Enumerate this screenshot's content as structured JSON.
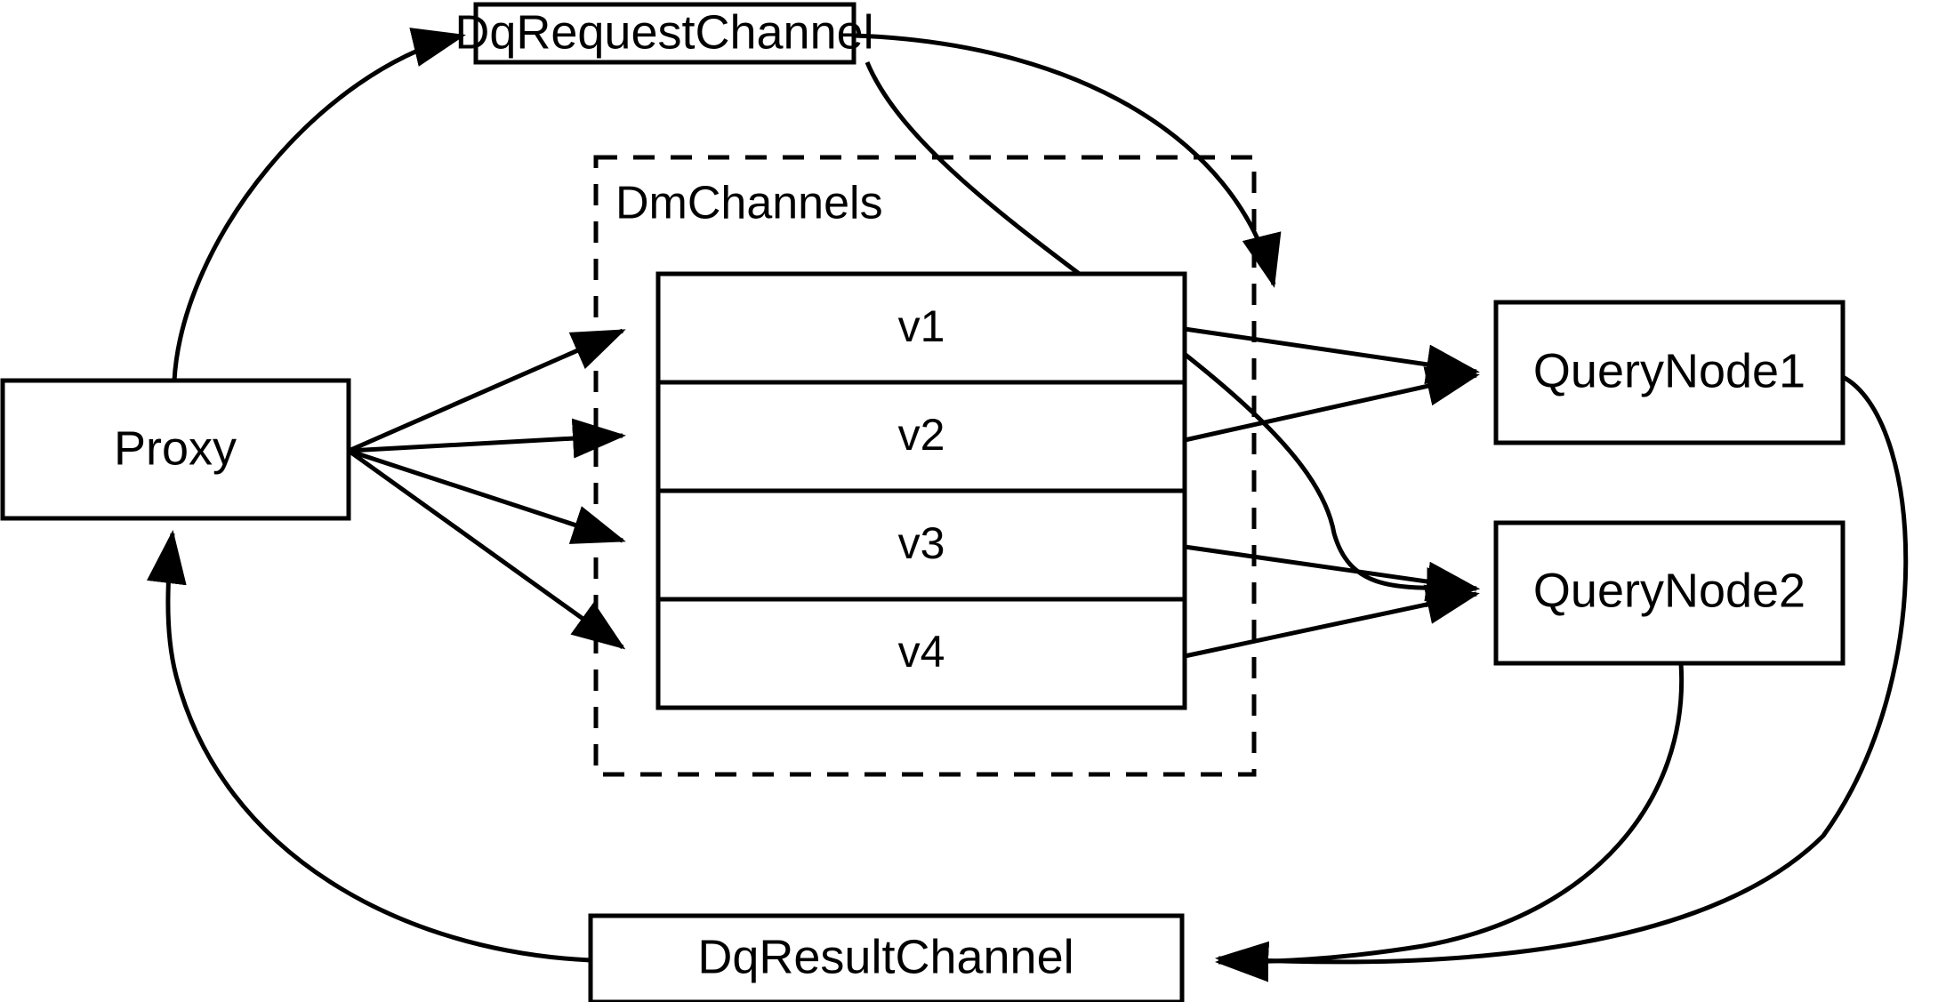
{
  "diagram": {
    "title": "Milvus distributed query data flow",
    "background_color": "#ffffff",
    "stroke_color": "#000000",
    "fill_color": "#ffffff",
    "nodes": {
      "proxy": {
        "label": "Proxy"
      },
      "dq_request_channel": {
        "label": "DqRequestChannel"
      },
      "dq_result_channel": {
        "label": "DqResultChannel"
      },
      "query_node_1": {
        "label": "QueryNode1"
      },
      "query_node_2": {
        "label": "QueryNode2"
      },
      "dm_channels_group": {
        "label": "DmChannels"
      }
    },
    "channels": [
      {
        "label": "v1"
      },
      {
        "label": "v2"
      },
      {
        "label": "v3"
      },
      {
        "label": "v4"
      }
    ],
    "edges": [
      {
        "from": "Proxy",
        "to": "DqRequestChannel",
        "style": "curved-arrow"
      },
      {
        "from": "Proxy",
        "to": "v1",
        "style": "straight-arrow"
      },
      {
        "from": "Proxy",
        "to": "v2",
        "style": "straight-arrow"
      },
      {
        "from": "Proxy",
        "to": "v3",
        "style": "straight-arrow"
      },
      {
        "from": "Proxy",
        "to": "v4",
        "style": "straight-arrow"
      },
      {
        "from": "DqRequestChannel",
        "to": "QueryNode1",
        "style": "curved-arrow"
      },
      {
        "from": "DqRequestChannel",
        "to": "QueryNode2",
        "style": "curved-arrow"
      },
      {
        "from": "v1",
        "to": "QueryNode1",
        "style": "straight-arrow"
      },
      {
        "from": "v2",
        "to": "QueryNode1",
        "style": "straight-arrow"
      },
      {
        "from": "v3",
        "to": "QueryNode2",
        "style": "straight-arrow"
      },
      {
        "from": "v4",
        "to": "QueryNode2",
        "style": "straight-arrow"
      },
      {
        "from": "QueryNode1",
        "to": "DqResultChannel",
        "style": "curved-arrow"
      },
      {
        "from": "QueryNode2",
        "to": "DqResultChannel",
        "style": "curved-arrow"
      },
      {
        "from": "DqResultChannel",
        "to": "Proxy",
        "style": "curved-arrow"
      }
    ]
  }
}
